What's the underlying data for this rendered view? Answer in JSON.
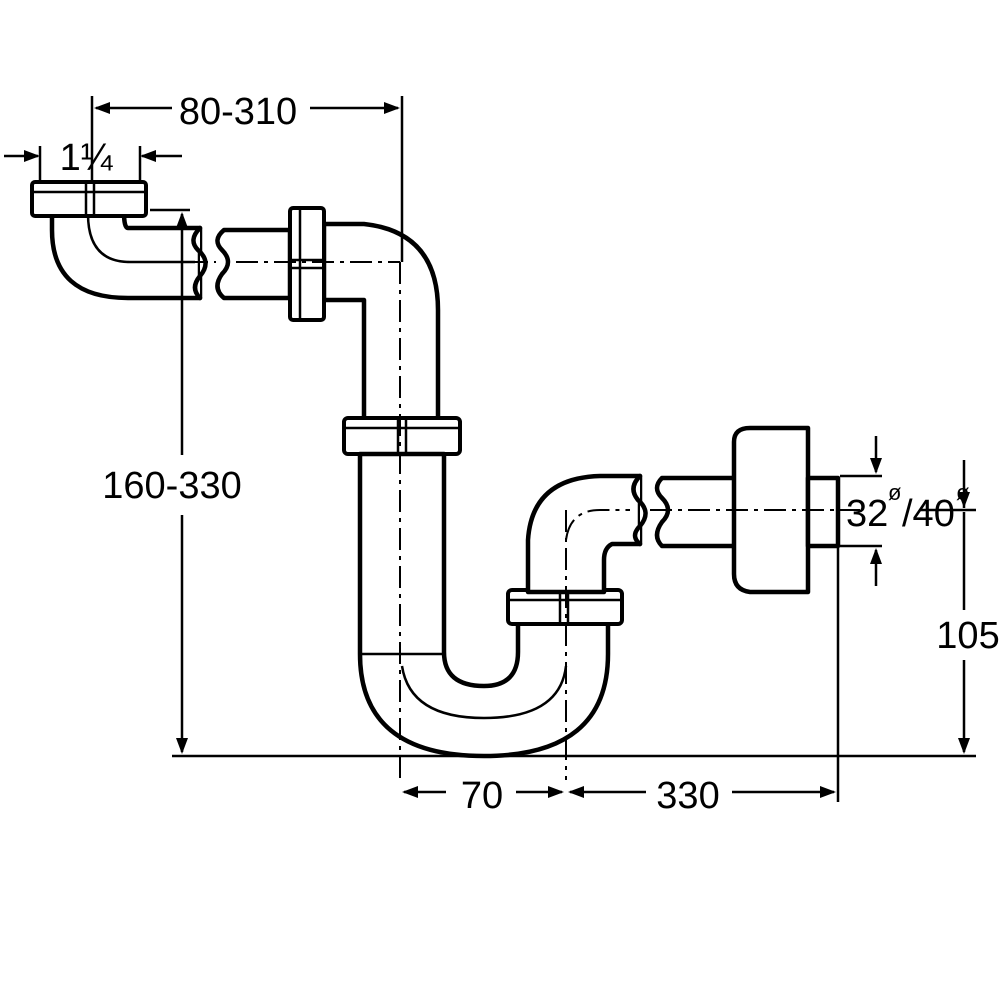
{
  "dimensions": {
    "inlet_thread": "1¼",
    "horizontal_reach": "80-310",
    "height_range": "160-330",
    "trap_offset": "70",
    "outlet_length": "330",
    "outlet_diameter_small": "32",
    "outlet_diameter_large": "/40",
    "diameter_symbol": "ø",
    "outlet_height": "105"
  },
  "colors": {
    "line": "#000000",
    "fill": "#ffffff"
  }
}
